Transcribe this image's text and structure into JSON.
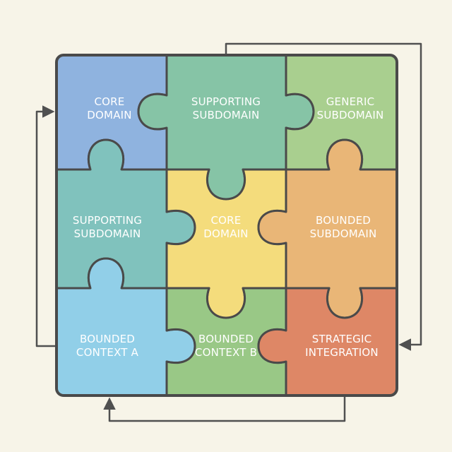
{
  "diagram": {
    "pieces": [
      {
        "id": "tl",
        "line1": "CORE",
        "line2": "DOMAIN",
        "color": "#8fb3df"
      },
      {
        "id": "tm",
        "line1": "SUPPORTING",
        "line2": "SUBDOMAIN",
        "color": "#86c4a6"
      },
      {
        "id": "tr",
        "line1": "GENERIC",
        "line2": "SUBDOMAIN",
        "color": "#a9cf8f"
      },
      {
        "id": "ml",
        "line1": "SUPPORTING",
        "line2": "SUBDOMAIN",
        "color": "#80c2bd"
      },
      {
        "id": "mm",
        "line1": "CORE",
        "line2": "DOMAIN",
        "color": "#f4dc7c"
      },
      {
        "id": "mr",
        "line1": "BOUNDED",
        "line2": "SUBDOMAIN",
        "color": "#e9b677"
      },
      {
        "id": "bl",
        "line1": "BOUNDED",
        "line2": "CONTEXT A",
        "color": "#91cfe8"
      },
      {
        "id": "bm",
        "line1": "BOUNDED",
        "line2": "CONTEXT B",
        "color": "#99c886"
      },
      {
        "id": "br",
        "line1": "STRATEGIC",
        "line2": "INTEGRATION",
        "color": "#de8766"
      }
    ],
    "colors": {
      "background": "#f7f4e8",
      "outline": "#4a4a4a",
      "arrow": "#505050"
    }
  }
}
